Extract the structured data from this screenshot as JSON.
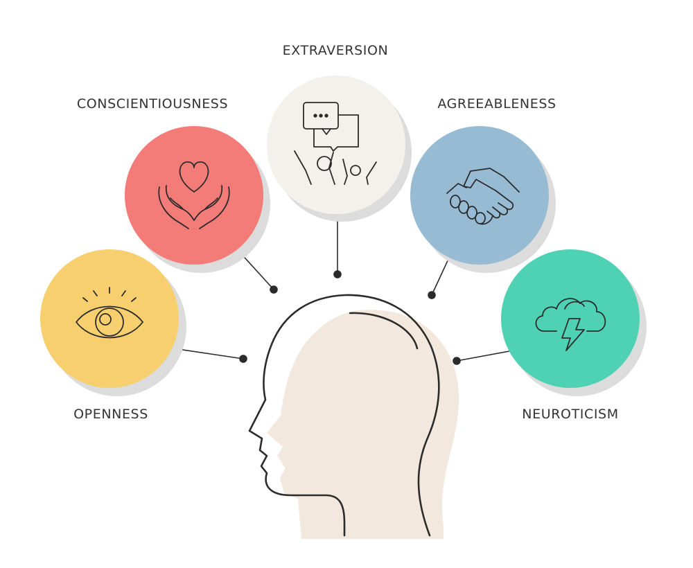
{
  "traits": {
    "openness": {
      "label": "OPENNESS",
      "color": "#f7cf6e",
      "icon": "eye-icon"
    },
    "conscientiousness": {
      "label": "CONSCIENTIOUSNESS",
      "color": "#f37b78",
      "icon": "heart-in-hands-icon"
    },
    "extraversion": {
      "label": "EXTRAVERSION",
      "color": "#f3f1eb",
      "icon": "people-chat-icon"
    },
    "agreeableness": {
      "label": "AGREEABLENESS",
      "color": "#97bbd3",
      "icon": "handshake-icon"
    },
    "neuroticism": {
      "label": "NEUROTICISM",
      "color": "#4fd2b4",
      "icon": "storm-cloud-icon"
    }
  },
  "colors": {
    "head_fill": "#f3e8dd",
    "shadow": "#dcdcdc",
    "line": "#2b2b2b"
  }
}
